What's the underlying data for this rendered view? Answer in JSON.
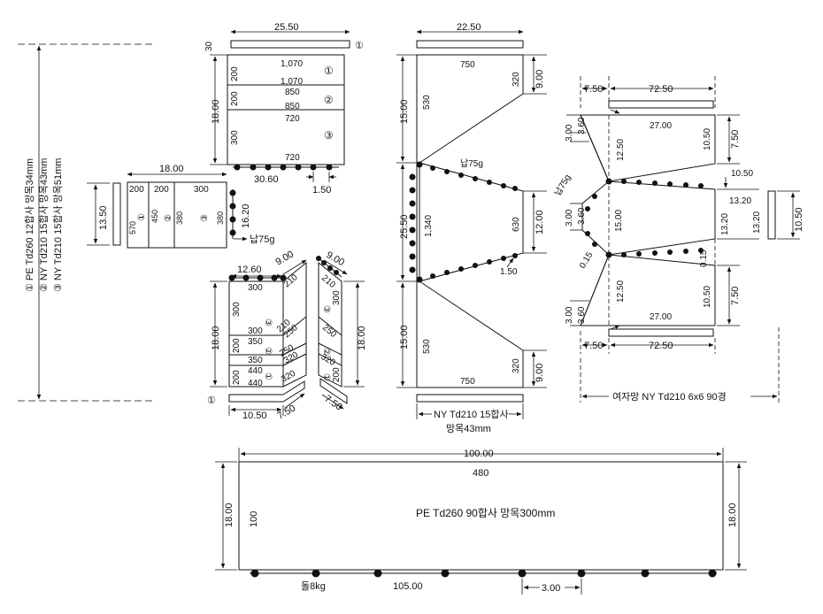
{
  "legend": [
    "① PE Td260 12합사 망목34mm",
    "② NY Td210 15합사 망목43mm",
    "③ NY Td210 15합사 망목51mm"
  ],
  "top_panel": {
    "w_25_50": "25.50",
    "thick_30": "30",
    "circ1": "①",
    "r1_top": "1,070",
    "r1_bot": "1,070",
    "r2_top": "850",
    "r2_bot": "850",
    "r3_top": "720",
    "r3_bot": "720",
    "h_200a": "200",
    "h_200b": "200",
    "h_300": "300",
    "h_18_00": "18.00",
    "w_30_60": "30.60",
    "w_1_50": "1.50",
    "c1": "①",
    "c2": "②",
    "c3": "③"
  },
  "side_panel": {
    "w_18_00": "18.00",
    "h_13_50": "13.50",
    "a_200": "200",
    "b_200": "200",
    "c_300": "300",
    "v_570": "570",
    "v_450": "450",
    "v_380a": "380",
    "v_380b": "380",
    "c1": "①",
    "c2": "②",
    "c3": "③",
    "h_16_20": "16.20",
    "lead": "납75g"
  },
  "lower_left": {
    "w_12_60": "12.60",
    "w_9_00a": "9.00",
    "w_9_00b": "9.00",
    "l_300a": "300",
    "l_300b": "300",
    "l_300c": "300",
    "l_350a": "350",
    "l_350b": "350",
    "l_440a": "440",
    "l_440b": "440",
    "l_200a": "200",
    "l_200b": "200",
    "m_210a": "210",
    "m_210b": "210",
    "m_250a": "250",
    "m_250b": "250",
    "m_320a": "320",
    "m_320b": "320",
    "r_210": "210",
    "r_300": "300",
    "r_250": "250",
    "r_320": "320",
    "r_200": "200",
    "h_18_00a": "18.00",
    "h_18_00b": "18.00",
    "w_10_50": "10.50",
    "w_7_50a": "7.50",
    "w_7_50b": "7.50",
    "c1a": "①",
    "c1b": "①",
    "c1c": "①",
    "c2a": "②",
    "c2b": "②",
    "c3a": "③",
    "c3b": "③"
  },
  "center_panel": {
    "w_22_50": "22.50",
    "top_750": "750",
    "bot_750": "750",
    "l_530a": "530",
    "l_530b": "530",
    "r_320a": "320",
    "r_320b": "320",
    "mid_1340": "1,340",
    "r_630": "630",
    "h_15_00a": "15.00",
    "h_15_00b": "15.00",
    "h_25_50": "25.50",
    "r_9_00a": "9.00",
    "r_9_00b": "9.00",
    "r_12_00": "12.00",
    "lead": "납75g",
    "w_1_50": "1.50",
    "caption1": "NY Td210 15합사",
    "caption2": "망목43mm"
  },
  "right_panel": {
    "w_7_50a": "7.50",
    "w_72_50a": "72.50",
    "w_7_50b": "7.50",
    "w_72_50b": "72.50",
    "v_3_00a": "3.00",
    "v_3_60a": "3.60",
    "v_27_00a": "27.00",
    "v_12_50a": "12.50",
    "v_10_50a": "10.50",
    "v_7_50a": "7.50",
    "v_10_50b": "10.50",
    "v_13_20a": "13.20",
    "v_13_20b": "13.20",
    "v_13_20c": "13.20",
    "v_10_50c": "10.50",
    "lead": "납75g",
    "v_3_00b": "3.00",
    "v_3_60b": "3.60",
    "v_15_00": "15.00",
    "v_0_15a": "0.15",
    "v_0_15b": "0.15",
    "v_12_50b": "12.50",
    "v_10_50d": "10.50",
    "v_7_50b": "7.50",
    "v_27_00b": "27.00",
    "v_3_00c": "3.00",
    "v_3_60c": "3.60",
    "caption": "여자망 NY Td210 6x6 90경"
  },
  "bottom_panel": {
    "w_100_00": "100.00",
    "top_480": "480",
    "h_18_00a": "18.00",
    "h_18_00b": "18.00",
    "left_100": "100",
    "center_label": "PE Td260 90합사 망목300mm",
    "stone": "돌8kg",
    "w_105_00": "105.00",
    "w_3_00": "3.00"
  }
}
